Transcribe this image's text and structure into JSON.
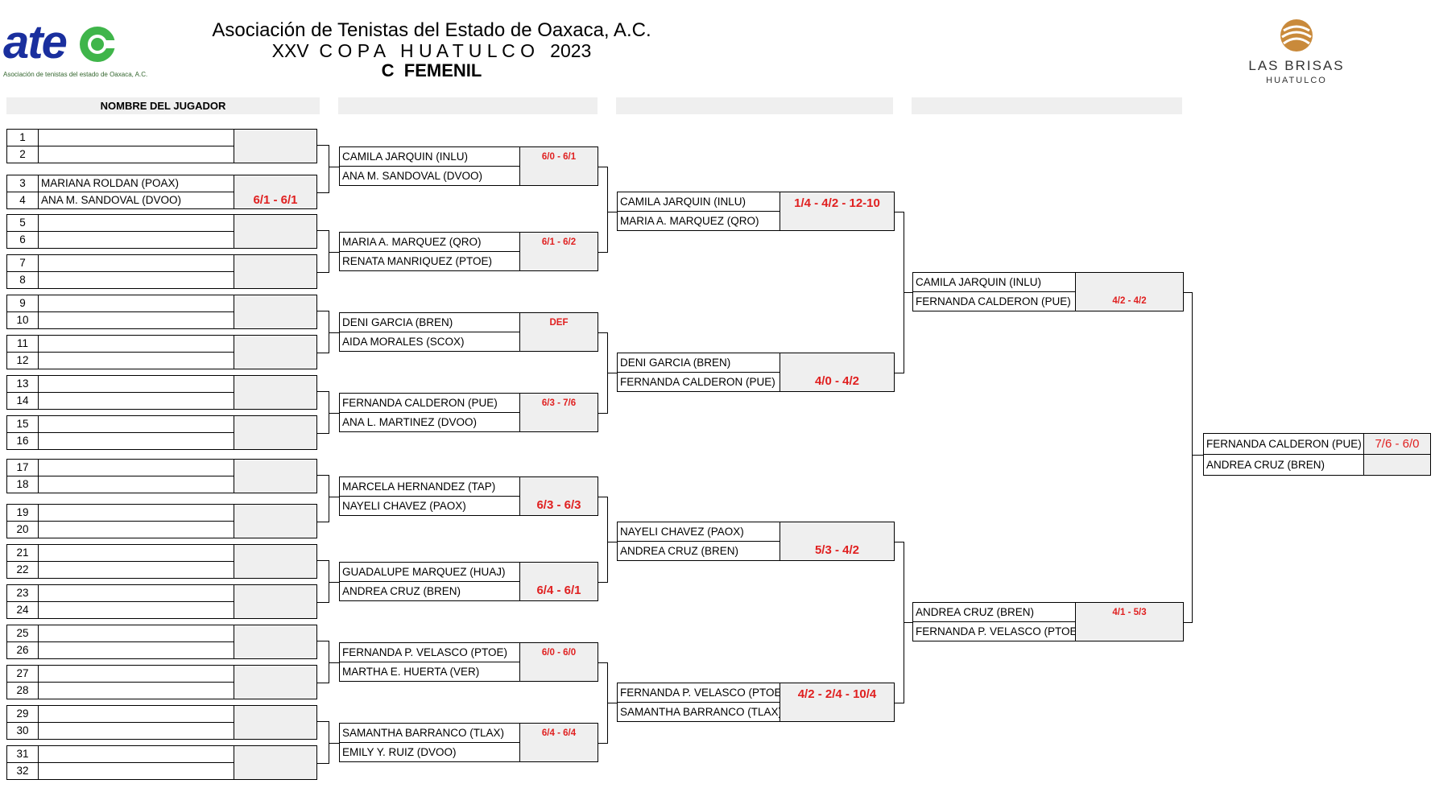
{
  "header": {
    "logo_text": "ate",
    "logo_caption": "Asociación de tenistas del estado de Oaxaca, A.C.",
    "title_line1": "Asociación de Tenistas del Estado de Oaxaca, A.C.",
    "title_line2": "XXV  C O P A   H U A T U L C O   2023",
    "title_line3": "C  FEMENIL",
    "sponsor_name": "LAS BRISAS",
    "sponsor_sub": "HUATULCO"
  },
  "bracket": {
    "column_header": "NOMBRE DEL JUGADOR",
    "round1": [
      {
        "n1": "1",
        "p1": "",
        "n2": "2",
        "p2": "",
        "score": ""
      },
      {
        "n1": "3",
        "p1": "MARIANA ROLDAN  (POAX)",
        "n2": "4",
        "p2": "ANA M. SANDOVAL (DVOO)",
        "score": "6/1 - 6/1"
      },
      {
        "n1": "5",
        "p1": "",
        "n2": "6",
        "p2": "",
        "score": ""
      },
      {
        "n1": "7",
        "p1": "",
        "n2": "8",
        "p2": "",
        "score": ""
      },
      {
        "n1": "9",
        "p1": "",
        "n2": "10",
        "p2": "",
        "score": ""
      },
      {
        "n1": "11",
        "p1": "",
        "n2": "12",
        "p2": "",
        "score": ""
      },
      {
        "n1": "13",
        "p1": "",
        "n2": "14",
        "p2": "",
        "score": ""
      },
      {
        "n1": "15",
        "p1": "",
        "n2": "16",
        "p2": "",
        "score": ""
      },
      {
        "n1": "17",
        "p1": "",
        "n2": "18",
        "p2": "",
        "score": ""
      },
      {
        "n1": "19",
        "p1": "",
        "n2": "20",
        "p2": "",
        "score": ""
      },
      {
        "n1": "21",
        "p1": "",
        "n2": "22",
        "p2": "",
        "score": ""
      },
      {
        "n1": "23",
        "p1": "",
        "n2": "24",
        "p2": "",
        "score": ""
      },
      {
        "n1": "25",
        "p1": "",
        "n2": "26",
        "p2": "",
        "score": ""
      },
      {
        "n1": "27",
        "p1": "",
        "n2": "28",
        "p2": "",
        "score": ""
      },
      {
        "n1": "29",
        "p1": "",
        "n2": "30",
        "p2": "",
        "score": ""
      },
      {
        "n1": "31",
        "p1": "",
        "n2": "32",
        "p2": "",
        "score": ""
      }
    ],
    "round2": [
      {
        "p1": "CAMILA JARQUIN (INLU)",
        "p2": "ANA M. SANDOVAL (DVOO)",
        "score": "6/0 - 6/1"
      },
      {
        "p1": "MARIA A. MARQUEZ (QRO)",
        "p2": "RENATA MANRIQUEZ (PTOE)",
        "score": "6/1 - 6/2"
      },
      {
        "p1": "DENI GARCIA (BREN)",
        "p2": "AIDA MORALES (SCOX)",
        "score": "DEF"
      },
      {
        "p1": "FERNANDA CALDERON (PUE)",
        "p2": "ANA L. MARTINEZ (DVOO)",
        "score": "6/3 - 7/6"
      },
      {
        "p1": "MARCELA HERNANDEZ (TAP)",
        "p2": "NAYELI CHAVEZ (PAOX)",
        "score": "6/3 - 6/3"
      },
      {
        "p1": "GUADALUPE MARQUEZ (HUAJ)",
        "p2": "ANDREA CRUZ (BREN)",
        "score": "6/4 - 6/1"
      },
      {
        "p1": "FERNANDA P. VELASCO (PTOE)",
        "p2": "MARTHA E. HUERTA (VER)",
        "score": "6/0 - 6/0"
      },
      {
        "p1": "SAMANTHA BARRANCO (TLAX)",
        "p2": "EMILY Y. RUIZ (DVOO)",
        "score": "6/4 - 6/4"
      }
    ],
    "round3": [
      {
        "p1": "CAMILA JARQUIN (INLU)",
        "p2": "MARIA A. MARQUEZ (QRO)",
        "score": "1/4 - 4/2 - 12-10"
      },
      {
        "p1": "DENI GARCIA (BREN)",
        "p2": "FERNANDA CALDERON (PUE)",
        "score": "4/0 - 4/2"
      },
      {
        "p1": "NAYELI CHAVEZ (PAOX)",
        "p2": "ANDREA CRUZ (BREN)",
        "score": "5/3 - 4/2"
      },
      {
        "p1": "FERNANDA P. VELASCO (PTOE)",
        "p2": "SAMANTHA BARRANCO (TLAX)",
        "score": "4/2 - 2/4 - 10/4"
      }
    ],
    "round4": [
      {
        "p1": "CAMILA JARQUIN (INLU)",
        "p2": "FERNANDA CALDERON (PUE)",
        "score": "4/2 - 4/2"
      },
      {
        "p1": "ANDREA CRUZ (BREN)",
        "p2": "FERNANDA P. VELASCO (PTOE)",
        "score": "4/1 - 5/3"
      }
    ],
    "final": {
      "p1": "FERNANDA CALDERON (PUE)",
      "p2": "ANDREA CRUZ (BREN)",
      "score": "7/6 - 6/0"
    }
  }
}
